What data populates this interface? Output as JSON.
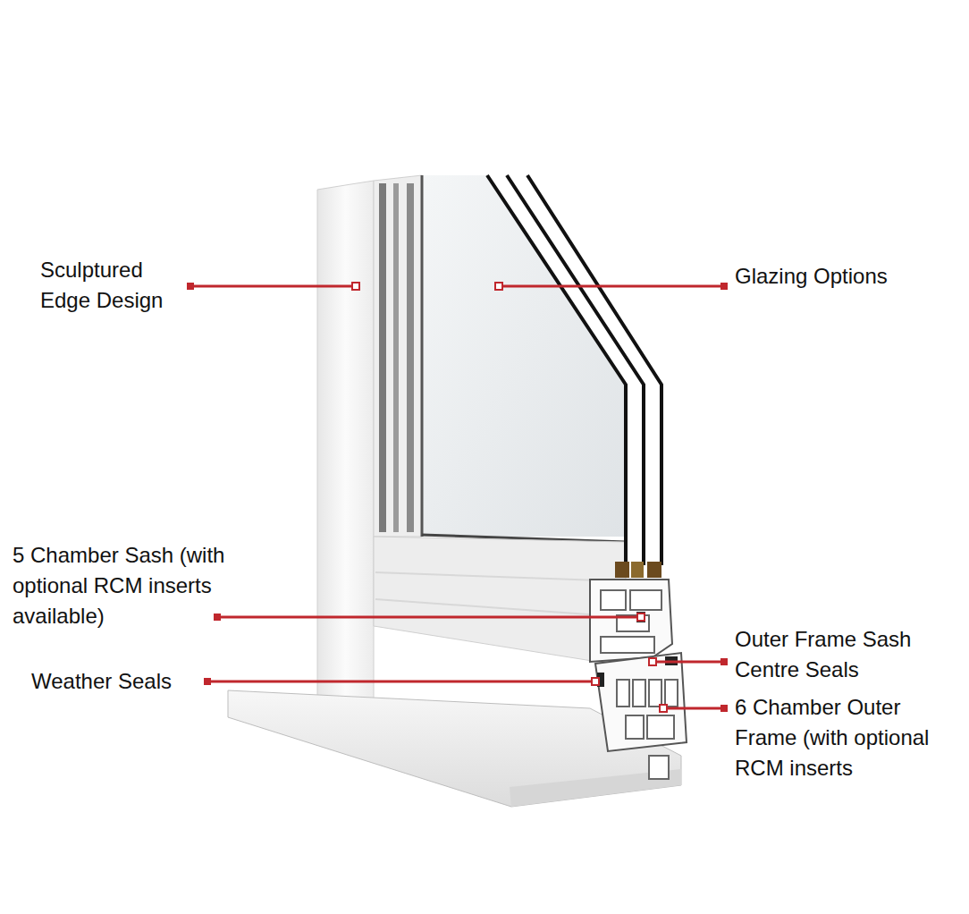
{
  "diagram": {
    "labels": [
      "Sculptured Edge Design",
      "Glazing Options",
      "5 Chamber Sash (with optional RCM inserts available)",
      "Weather Seals",
      "Outer Frame Sash Centre Seals",
      "6 Chamber Outer Frame (with optional RCM inserts"
    ]
  }
}
